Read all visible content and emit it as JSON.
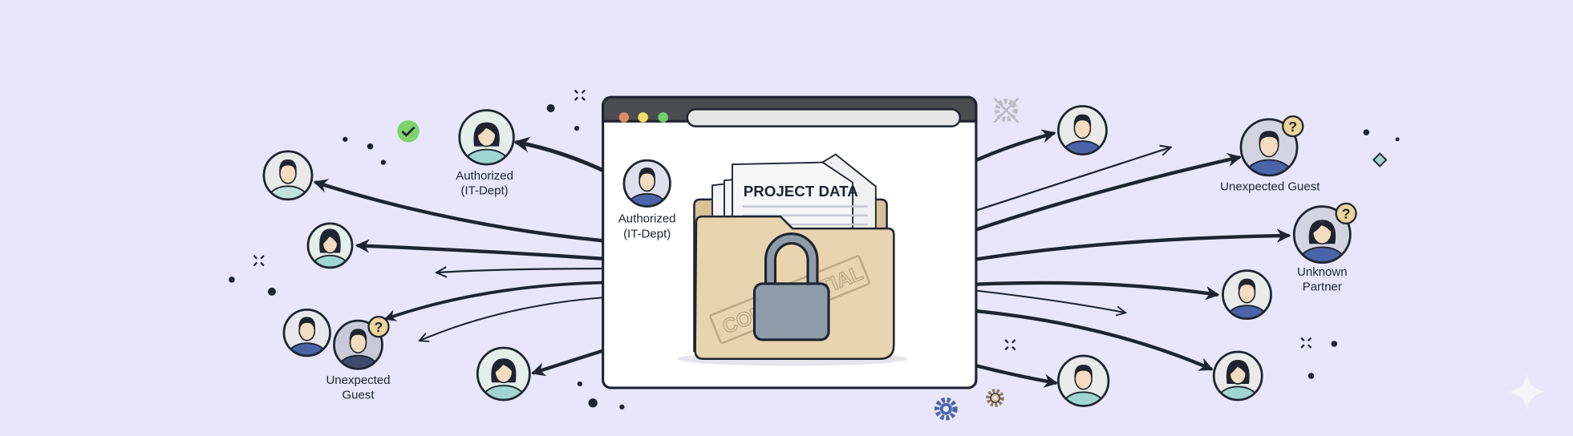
{
  "illustration": {
    "document_title": "PROJECT DATA",
    "stamp_text": "CONFIDENTIAL",
    "inner_user_label": [
      "Authorized",
      "(IT-Dept)"
    ],
    "left_users": {
      "authorized_label": [
        "Authorized",
        "(IT-Dept)"
      ],
      "guest_label": [
        "Unexpected",
        "Guest"
      ]
    },
    "right_users": {
      "guest_label": "Unexpected Guest",
      "partner_label": [
        "Unknown",
        "Partner"
      ]
    },
    "icons": [
      "check-icon",
      "gear-icon",
      "disabled-gear-icon",
      "lock-icon",
      "folder-icon",
      "question-badge-icon",
      "sparkle-icon"
    ],
    "colors": {
      "background": "#e9e6fb",
      "ink": "#1f2430",
      "folder": "#e8d4ae",
      "lock": "#8e9caa",
      "check": "#7ed36a",
      "question_badge": "#ecd49a",
      "gear_blue": "#4a64a8",
      "dot_red": "#e08a64",
      "dot_yellow": "#f2df66",
      "dot_green": "#6fcf6a"
    }
  }
}
